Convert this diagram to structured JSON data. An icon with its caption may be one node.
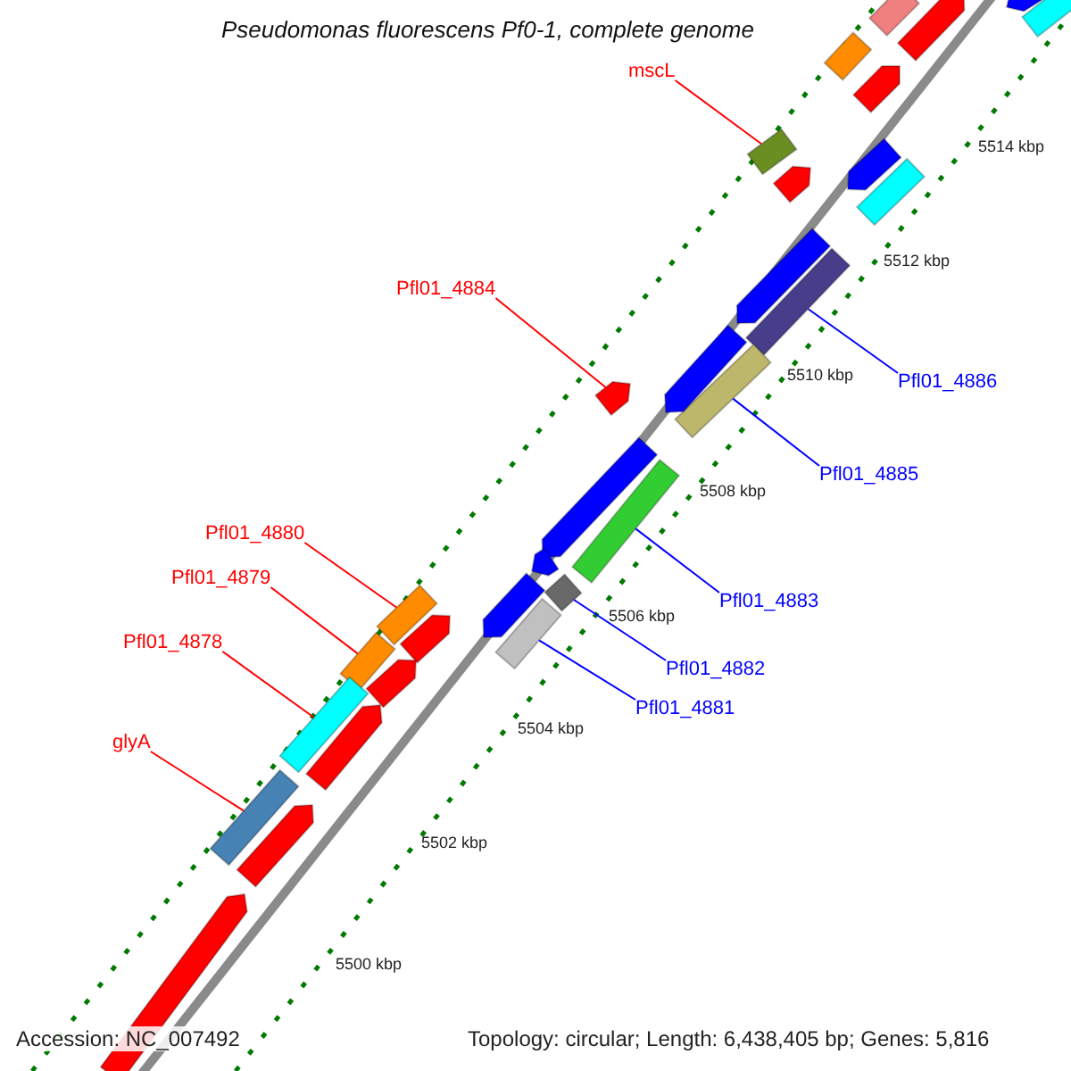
{
  "diagram": {
    "title": "Pseudomonas fluorescens Pf0-1, complete genome",
    "nodes": [
      {
        "text": [
          "mscL"
        ]
      },
      {
        "text": [],
        "shape": "bar"
      },
      {
        "text": [
          "Pfl01_4884"
        ]
      },
      {
        "text": [],
        "shape": "bar"
      },
      {
        "text": [
          "Pfl01_4886"
        ]
      },
      {
        "text": [],
        "shape": "bar"
      },
      {
        "text": [
          "Pfl01_4885"
        ]
      },
      {
        "text": [],
        "shape": "bar"
      },
      {
        "text": [
          "Pfl01_4883"
        ]
      },
      {
        "text": [],
        "shape": "bar"
      },
      {
        "text": [
          "Pfl01_4880"
        ]
      },
      {
        "text": [],
        "shape": "bar"
      },
      {
        "text": [
          "Pfl01_4882"
        ]
      },
      {
        "text": [],
        "shape": "bar"
      },
      {
        "text": [
          "Pfl01_4879"
        ]
      },
      {
        "text": [],
        "shape": "bar"
      },
      {
        "text": [
          "Pfl01_4881"
        ]
      },
      {
        "text": [],
        "shape": "bar"
      },
      {
        "text": [
          "Pfl01_4878"
        ]
      },
      {
        "text": [],
        "shape": "bar"
      },
      {
        "text": [
          "glyA"
        ]
      },
      {
        "text": [],
        "shape": "bar"
      },
      {
        "text": [],
        "shape": "bar"
      },
      {
        "text": [],
        "shape": "bar"
      },
      {
        "text": [],
        "shape": "bar"
      },
      {
        "text": [],
        "shape": "bar"
      },
      {
        "text": [],
        "shape": "bar"
      },
      {
        "text": [],
        "shape": "bar"
      },
      {
        "text": [],
        "shape": "bar"
      },
      {
        "text": [],
        "shape": "bar"
      },
      {
        "text": [],
        "shape": "bar"
      },
      {
        "text": [],
        "shape": "bar"
      },
      {
        "text": [],
        "shape": "bar"
      },
      {
        "text": [],
        "shape": "bar"
      },
      {
        "text": [],
        "shape": "bar"
      },
      {
        "text": [],
        "shape": "bar"
      },
      {
        "text": [],
        "shape": "bar"
      },
      {
        "text": [],
        "shape": "bar"
      },
      {
        "text": [],
        "shape": "bar"
      },
      {
        "text": [],
        "shape": "bar"
      },
      {
        "text": [],
        "shape": "bar"
      }
    ],
    "edges": [
      {
        "from": 0,
        "to": 1,
        "arrow": "none"
      },
      {
        "from": 2,
        "to": 3,
        "arrow": "none"
      },
      {
        "from": 4,
        "to": 5,
        "arrow": "none",
        "color": "#0000ff"
      },
      {
        "from": 6,
        "to": 7,
        "arrow": "none",
        "color": "#0000ff"
      },
      {
        "from": 8,
        "to": 9,
        "arrow": "none",
        "color": "#0000ff"
      },
      {
        "from": 10,
        "to": 11,
        "arrow": "none"
      },
      {
        "from": 12,
        "to": 13,
        "arrow": "none",
        "color": "#0000ff"
      },
      {
        "from": 14,
        "to": 15,
        "arrow": "none"
      },
      {
        "from": 16,
        "to": 17,
        "arrow": "none",
        "color": "#0000ff"
      },
      {
        "from": 18,
        "to": 19,
        "arrow": "none"
      },
      {
        "from": 20,
        "to": 21,
        "arrow": "none"
      }
    ],
    "labels": [
      "5514 kbp",
      "5512 kbp",
      "5510 kbp",
      "5508 kbp",
      "5506 kbp",
      "5504 kbp",
      "5502 kbp",
      "5500 kbp",
      "Accession: NC_007492",
      "Topology: circular; Length: 6,438,405 bp; Genes: 5,816"
    ]
  }
}
